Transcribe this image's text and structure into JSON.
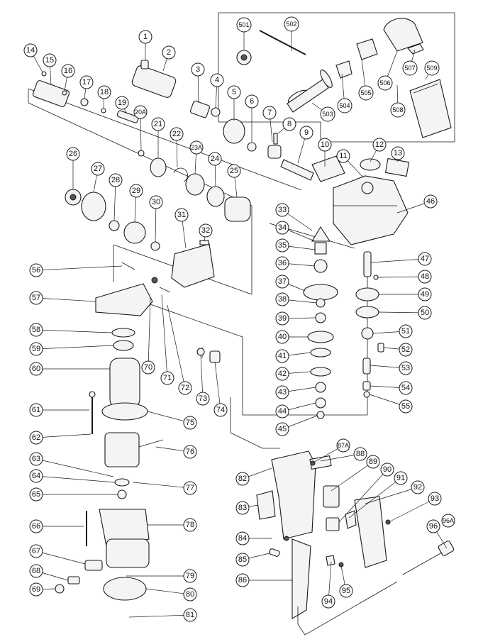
{
  "callouts": [
    {
      "id": "1",
      "label": "1"
    },
    {
      "id": "2",
      "label": "2"
    },
    {
      "id": "3",
      "label": "3"
    },
    {
      "id": "4",
      "label": "4"
    },
    {
      "id": "5",
      "label": "5"
    },
    {
      "id": "6",
      "label": "6"
    },
    {
      "id": "7",
      "label": "7"
    },
    {
      "id": "8",
      "label": "8"
    },
    {
      "id": "9",
      "label": "9"
    },
    {
      "id": "10",
      "label": "10"
    },
    {
      "id": "11",
      "label": "11"
    },
    {
      "id": "12",
      "label": "12"
    },
    {
      "id": "13",
      "label": "13"
    },
    {
      "id": "14",
      "label": "14"
    },
    {
      "id": "15",
      "label": "15"
    },
    {
      "id": "16",
      "label": "16"
    },
    {
      "id": "17",
      "label": "17"
    },
    {
      "id": "18",
      "label": "18"
    },
    {
      "id": "19",
      "label": "19"
    },
    {
      "id": "20A",
      "label": "20A"
    },
    {
      "id": "21",
      "label": "21"
    },
    {
      "id": "22",
      "label": "22"
    },
    {
      "id": "23A",
      "label": "23A"
    },
    {
      "id": "24",
      "label": "24"
    },
    {
      "id": "25",
      "label": "25"
    },
    {
      "id": "26",
      "label": "26"
    },
    {
      "id": "27",
      "label": "27"
    },
    {
      "id": "28",
      "label": "28"
    },
    {
      "id": "29",
      "label": "29"
    },
    {
      "id": "30",
      "label": "30"
    },
    {
      "id": "31",
      "label": "31"
    },
    {
      "id": "32",
      "label": "32"
    },
    {
      "id": "33",
      "label": "33"
    },
    {
      "id": "34",
      "label": "34"
    },
    {
      "id": "35",
      "label": "35"
    },
    {
      "id": "36",
      "label": "36"
    },
    {
      "id": "37",
      "label": "37"
    },
    {
      "id": "38",
      "label": "38"
    },
    {
      "id": "39",
      "label": "39"
    },
    {
      "id": "40",
      "label": "40"
    },
    {
      "id": "41",
      "label": "41"
    },
    {
      "id": "42",
      "label": "42"
    },
    {
      "id": "43",
      "label": "43"
    },
    {
      "id": "44",
      "label": "44"
    },
    {
      "id": "45",
      "label": "45"
    },
    {
      "id": "46",
      "label": "46"
    },
    {
      "id": "47",
      "label": "47"
    },
    {
      "id": "48",
      "label": "48"
    },
    {
      "id": "49",
      "label": "49"
    },
    {
      "id": "50",
      "label": "50"
    },
    {
      "id": "51",
      "label": "51"
    },
    {
      "id": "52",
      "label": "52"
    },
    {
      "id": "53",
      "label": "53"
    },
    {
      "id": "54",
      "label": "54"
    },
    {
      "id": "55",
      "label": "55"
    },
    {
      "id": "56",
      "label": "56"
    },
    {
      "id": "57",
      "label": "57"
    },
    {
      "id": "58",
      "label": "58"
    },
    {
      "id": "59",
      "label": "59"
    },
    {
      "id": "60",
      "label": "60"
    },
    {
      "id": "61",
      "label": "61"
    },
    {
      "id": "62",
      "label": "62"
    },
    {
      "id": "63",
      "label": "63"
    },
    {
      "id": "64",
      "label": "64"
    },
    {
      "id": "65",
      "label": "65"
    },
    {
      "id": "66",
      "label": "66"
    },
    {
      "id": "67",
      "label": "67"
    },
    {
      "id": "68",
      "label": "68"
    },
    {
      "id": "69",
      "label": "69"
    },
    {
      "id": "70",
      "label": "70"
    },
    {
      "id": "71",
      "label": "71"
    },
    {
      "id": "72",
      "label": "72"
    },
    {
      "id": "73",
      "label": "73"
    },
    {
      "id": "74",
      "label": "74"
    },
    {
      "id": "75",
      "label": "75"
    },
    {
      "id": "76",
      "label": "76"
    },
    {
      "id": "77",
      "label": "77"
    },
    {
      "id": "78",
      "label": "78"
    },
    {
      "id": "79",
      "label": "79"
    },
    {
      "id": "80",
      "label": "80"
    },
    {
      "id": "81",
      "label": "81"
    },
    {
      "id": "82",
      "label": "82"
    },
    {
      "id": "83",
      "label": "83"
    },
    {
      "id": "84",
      "label": "84"
    },
    {
      "id": "85",
      "label": "85"
    },
    {
      "id": "86",
      "label": "86"
    },
    {
      "id": "87A",
      "label": "87A"
    },
    {
      "id": "88",
      "label": "88"
    },
    {
      "id": "89",
      "label": "89"
    },
    {
      "id": "90",
      "label": "90"
    },
    {
      "id": "91",
      "label": "91"
    },
    {
      "id": "92",
      "label": "92"
    },
    {
      "id": "93",
      "label": "93"
    },
    {
      "id": "94",
      "label": "94"
    },
    {
      "id": "95",
      "label": "95"
    },
    {
      "id": "96",
      "label": "96"
    },
    {
      "id": "96A",
      "label": "96A"
    },
    {
      "id": "501",
      "label": "501"
    },
    {
      "id": "502",
      "label": "502"
    },
    {
      "id": "503",
      "label": "503"
    },
    {
      "id": "504",
      "label": "504"
    },
    {
      "id": "505",
      "label": "505"
    },
    {
      "id": "506",
      "label": "506"
    },
    {
      "id": "507",
      "label": "507"
    },
    {
      "id": "508",
      "label": "508"
    },
    {
      "id": "509",
      "label": "509"
    }
  ]
}
